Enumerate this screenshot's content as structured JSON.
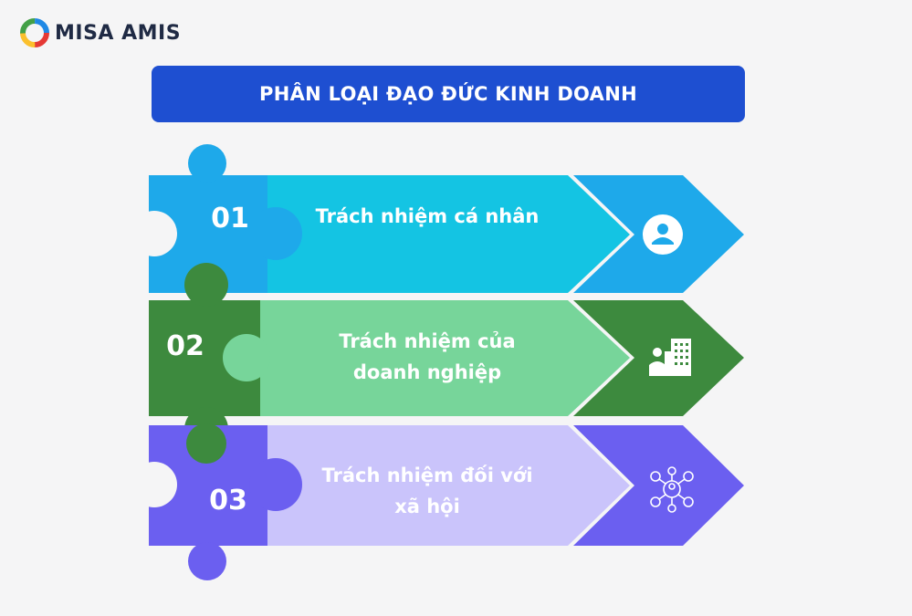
{
  "brand": {
    "name": "MISA AMIS"
  },
  "title": "PHÂN LOẠI ĐẠO ĐỨC KINH DOANH",
  "items": [
    {
      "number": "01",
      "label_lines": [
        "Trách nhiệm cá nhân"
      ],
      "icon": "person-icon",
      "colors": {
        "dark": "#1ea9ea",
        "light": "#14c4e3",
        "arrow": "#1ea9ea"
      }
    },
    {
      "number": "02",
      "label_lines": [
        "Trách nhiệm của",
        "doanh nghiệp"
      ],
      "icon": "office-building-icon",
      "colors": {
        "dark": "#3d8a3e",
        "light": "#77d59a",
        "arrow": "#3d8a3e"
      }
    },
    {
      "number": "03",
      "label_lines": [
        "Trách nhiệm đối với",
        "xã hội"
      ],
      "icon": "social-network-icon",
      "colors": {
        "dark": "#6b5ff0",
        "light": "#cac4fb",
        "arrow": "#6b5ff0"
      }
    }
  ]
}
